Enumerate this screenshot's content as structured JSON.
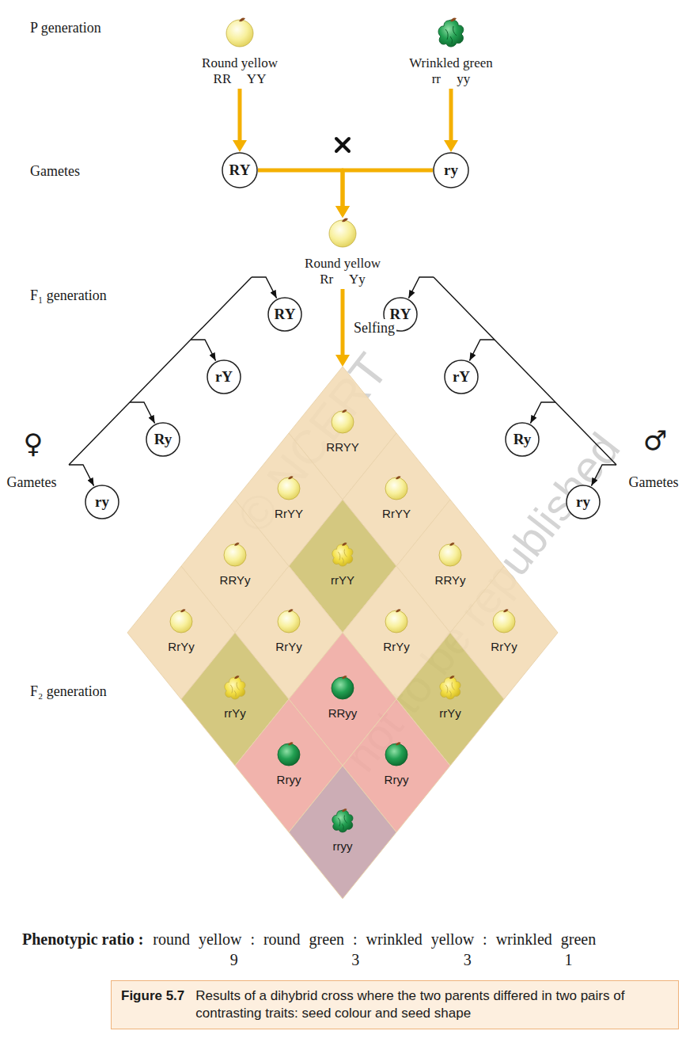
{
  "diagram": {
    "caption": "Results of a dihybrid cross where the two parents differed in two pairs of contrasting traits: seed colour and seed shape",
    "nodes": [
      {
        "text": [
          "Round yellow",
          "RR YY"
        ]
      },
      {
        "text": [
          "Wrinkled green",
          "rr yy"
        ]
      },
      {
        "text": [
          "RY"
        ]
      },
      {
        "text": [
          "ry"
        ]
      },
      {
        "text": [
          "Round yellow",
          "Rr Yy"
        ]
      },
      {
        "text": [
          "RY"
        ]
      },
      {
        "text": [
          "rY"
        ]
      },
      {
        "text": [
          "Ry"
        ]
      },
      {
        "text": [
          "ry"
        ]
      },
      {
        "text": [
          "RY"
        ]
      },
      {
        "text": [
          "rY"
        ]
      },
      {
        "text": [
          "Ry"
        ]
      },
      {
        "text": [
          "ry"
        ]
      },
      {
        "text": [
          "RRYY"
        ]
      },
      {
        "text": [
          "RrYY"
        ]
      },
      {
        "text": [
          "RrYY"
        ]
      },
      {
        "text": [
          "RRYy"
        ]
      },
      {
        "text": [
          "rrYY"
        ]
      },
      {
        "text": [
          "RRYy"
        ]
      },
      {
        "text": [
          "RrYy"
        ]
      },
      {
        "text": [
          "RrYy"
        ]
      },
      {
        "text": [
          "RrYy"
        ]
      },
      {
        "text": [
          "RrYy"
        ]
      },
      {
        "text": [
          "rrYy"
        ]
      },
      {
        "text": [
          "RRyy"
        ]
      },
      {
        "text": [
          "rrYy"
        ]
      },
      {
        "text": [
          "Rryy"
        ]
      },
      {
        "text": [
          "Rryy"
        ]
      },
      {
        "text": [
          "rryy"
        ]
      }
    ],
    "edges": [
      {
        "from": 0,
        "to": 2,
        "arrow": "to"
      },
      {
        "from": 1,
        "to": 3,
        "arrow": "to"
      },
      {
        "from": 2,
        "to": 4,
        "arrow": "to"
      },
      {
        "from": 3,
        "to": 4,
        "arrow": "to"
      },
      {
        "from": 4,
        "to": 13,
        "label": "Selfing",
        "arrow": "to"
      }
    ],
    "labels": [
      "P generation",
      "Gametes",
      "F₁ generation",
      "♀",
      "Gametes",
      "♂",
      "Gametes",
      "F₂ generation",
      "Phenotypic ratio :",
      "round yellow : round green : wrinkled yellow : wrinkled green",
      "9",
      "3",
      "3",
      "1",
      "Figure 5.7",
      "© NCERT",
      "not to be republished"
    ]
  }
}
